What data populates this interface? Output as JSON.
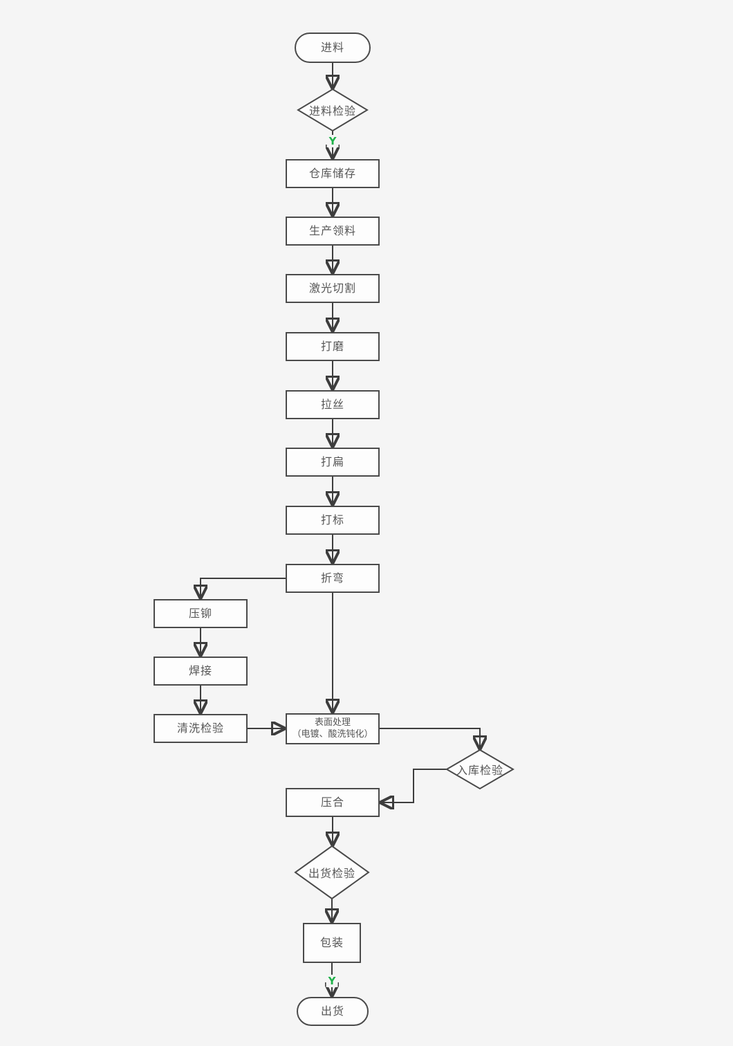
{
  "diagram": {
    "type": "flowchart",
    "language": "zh-CN",
    "colors": {
      "background": "#f5f5f5",
      "node_fill": "#fdfdfd",
      "node_border": "#4a4a4a",
      "connector": "#3d3d3d",
      "text": "#565656",
      "yes_label": "#21b24b"
    },
    "nodes": [
      {
        "id": "start",
        "shape": "terminator",
        "label": "进料"
      },
      {
        "id": "incoming-inspection",
        "shape": "decision",
        "label": "进料检验"
      },
      {
        "id": "warehouse-storage",
        "shape": "process",
        "label": "仓库储存"
      },
      {
        "id": "production-picking",
        "shape": "process",
        "label": "生产领料"
      },
      {
        "id": "laser-cutting",
        "shape": "process",
        "label": "激光切割"
      },
      {
        "id": "grinding",
        "shape": "process",
        "label": "打磨"
      },
      {
        "id": "wire-drawing",
        "shape": "process",
        "label": "拉丝"
      },
      {
        "id": "flattening",
        "shape": "process",
        "label": "打扁"
      },
      {
        "id": "marking",
        "shape": "process",
        "label": "打标"
      },
      {
        "id": "bending",
        "shape": "process",
        "label": "折弯"
      },
      {
        "id": "riveting",
        "shape": "process",
        "label": "压铆"
      },
      {
        "id": "welding",
        "shape": "process",
        "label": "焊接"
      },
      {
        "id": "cleaning-inspection",
        "shape": "process",
        "label": "清洗检验"
      },
      {
        "id": "surface-treatment",
        "shape": "process",
        "label": "表面处理",
        "label_line2": "（电镀、酸洗钝化）"
      },
      {
        "id": "warehouse-in-inspection",
        "shape": "decision",
        "label": "入库检验"
      },
      {
        "id": "pressing",
        "shape": "process",
        "label": "压合"
      },
      {
        "id": "shipping-inspection",
        "shape": "decision",
        "label": "出货检验"
      },
      {
        "id": "packaging",
        "shape": "process",
        "label": "包装"
      },
      {
        "id": "end",
        "shape": "terminator",
        "label": "出货"
      }
    ],
    "edge_labels": {
      "after_incoming_inspection": "Y",
      "after_packaging": "Y"
    }
  }
}
